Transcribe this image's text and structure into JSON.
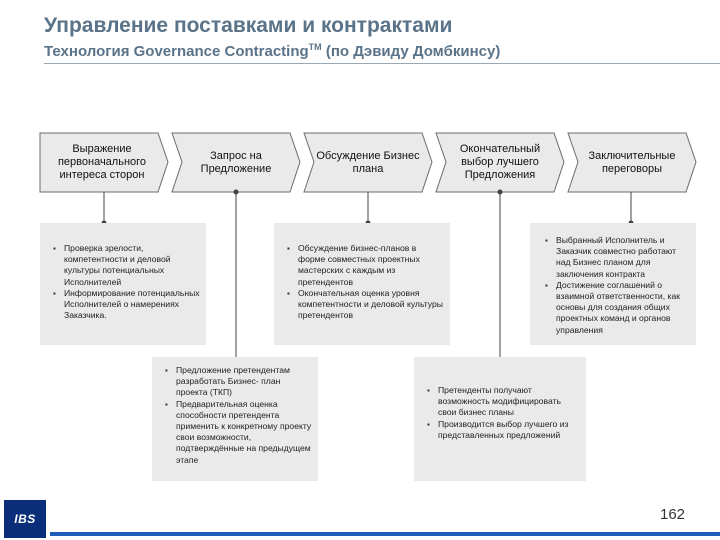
{
  "header": {
    "title": "Управление поставками и контрактами",
    "subtitle_main": "Технология Governance Contracting",
    "subtitle_tm": "TM",
    "subtitle_rest": " (по Дэвиду Домбкинсу)"
  },
  "stages": [
    {
      "label": "Выражение первоначального интереса сторон"
    },
    {
      "label": "Запрос на Предложение"
    },
    {
      "label": "Обсуждение Бизнес плана"
    },
    {
      "label": "Окончательный выбор лучшего Предложения"
    },
    {
      "label": "Заключительные переговоры"
    }
  ],
  "notes": [
    {
      "items": [
        "Проверка зрелости, компетентности и деловой культуры потенциальных Исполнителей",
        "Информирование потенциальных Исполнителей о намерениях Заказчика."
      ]
    },
    {
      "items": [
        "Предложение претендентам разработать Бизнес- план проекта (ТКП)",
        "Предварительная оценка способности претендента применить к конкретному проекту свои возможности, подтверждённые на предыдущем этапе"
      ]
    },
    {
      "items": [
        "Обсуждение бизнес-планов в форме совместных проектных мастерских с каждым из претендентов",
        "Окончательная оценка уровня компетентности и деловой культуры претендентов"
      ]
    },
    {
      "items": [
        "Претенденты получают возможность модифицировать свои бизнес планы",
        "Производится выбор лучшего из представленных предложений"
      ]
    },
    {
      "items": [
        "Выбранный Исполнитель и Заказчик совместно работают над Бизнес планом для заключения контракта",
        "Достижение соглашений о взаимной ответственности, как основы для создания общих проектных команд и органов управления"
      ]
    }
  ],
  "footer": {
    "logo": "IBS",
    "page_number": "162"
  },
  "colors": {
    "accent": "#5a7388",
    "arrow_fill": "#eaeaea",
    "arrow_stroke": "#6b6b6b",
    "logo_bg": "#0a2e7a",
    "bottom_line": "#1d5cb8"
  }
}
